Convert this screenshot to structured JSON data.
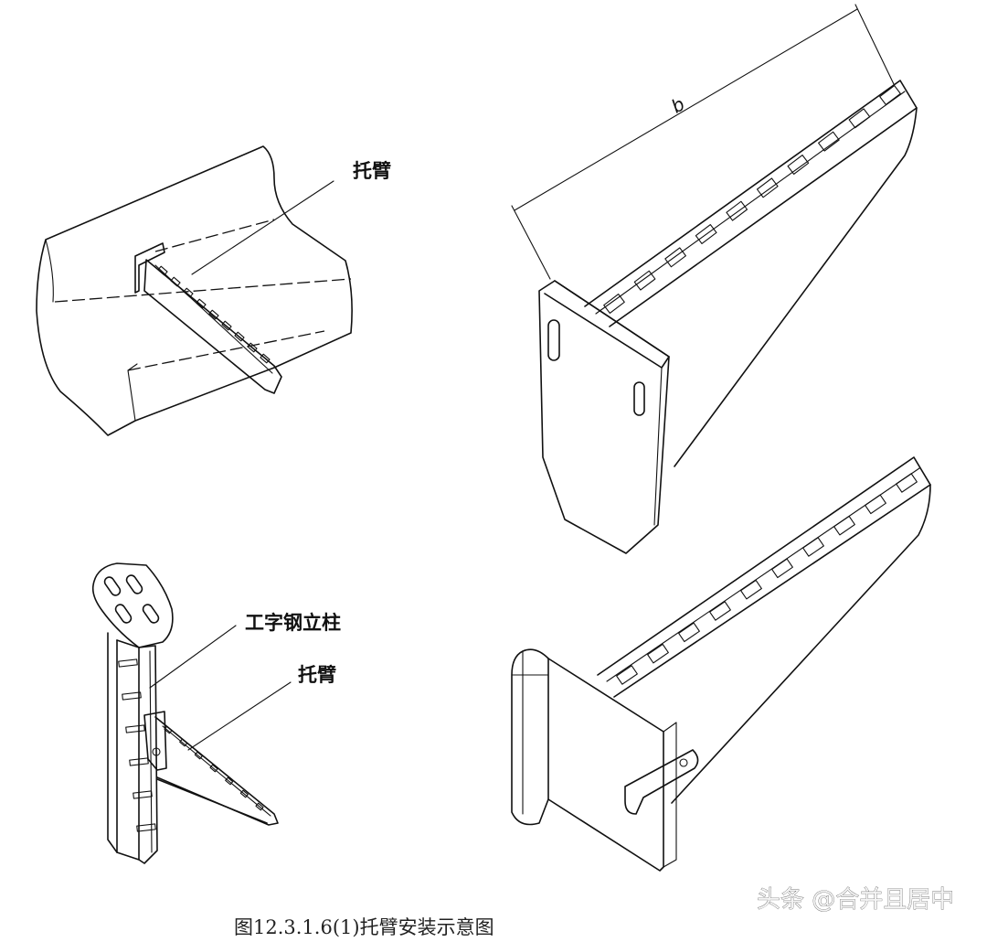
{
  "labels": {
    "bracket_top": "托臂",
    "column": "工字钢立柱",
    "bracket_bottom": "托臂",
    "dimension_b": "b"
  },
  "caption": "图12.3.1.6(1)托臂安装示意图",
  "watermark": "头条 @合并且居中"
}
